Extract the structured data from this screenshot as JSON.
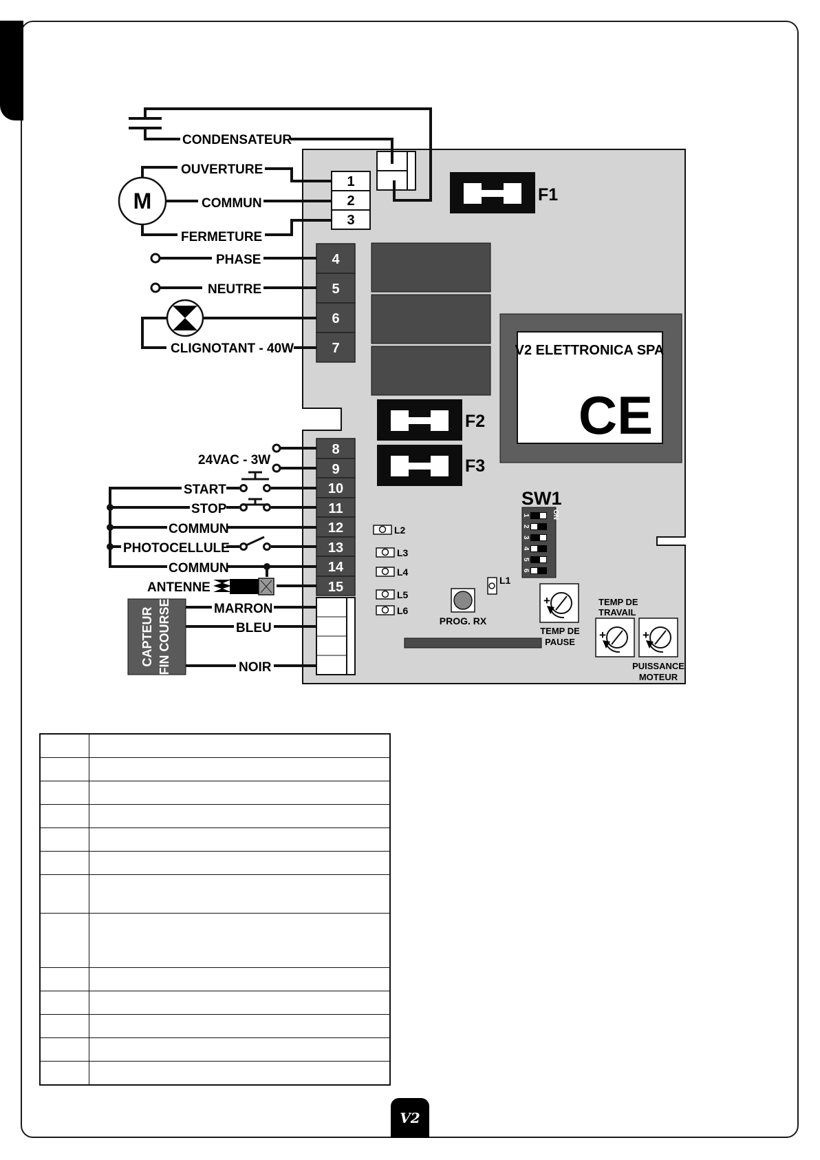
{
  "logo_text": "V2",
  "capacitor": {
    "label": "CONDENSATEUR"
  },
  "motor": {
    "symbol": "M",
    "opening": "OUVERTURE",
    "common": "COMMUN",
    "closing": "FERMETURE"
  },
  "power": {
    "phase": "PHASE",
    "neutral": "NEUTRE"
  },
  "flasher": {
    "label": "CLIGNOTANT - 40W"
  },
  "aux": {
    "label": "24VAC - 3W"
  },
  "inputs": {
    "start": "START",
    "stop": "STOP",
    "common_a": "COMMUN",
    "photocell": "PHOTOCELLULE",
    "common_b": "COMMUN",
    "antenna": "ANTENNE"
  },
  "limit_switch": {
    "line1": "CAPTEUR",
    "line2": "FIN COURSE",
    "brown": "MARRON",
    "blue": "BLEU",
    "black": "NOIR"
  },
  "terminals": [
    "1",
    "2",
    "3",
    "4",
    "5",
    "6",
    "7",
    "8",
    "9",
    "10",
    "11",
    "12",
    "13",
    "14",
    "15"
  ],
  "fuses": {
    "f1": "F1",
    "f2": "F2",
    "f3": "F3"
  },
  "transformer": {
    "brand": "V2 ELETTRONICA SPA",
    "mark": "CE"
  },
  "dip": {
    "title": "SW1",
    "on": "ON",
    "switches": [
      "1",
      "2",
      "3",
      "4",
      "5",
      "6"
    ]
  },
  "leds": {
    "l1": "L1",
    "l2": "L2",
    "l3": "L3",
    "l4": "L4",
    "l5": "L5",
    "l6": "L6"
  },
  "prog_button": "PROG. RX",
  "trimmers": {
    "work_time_1": "TEMP DE",
    "work_time_2": "TRAVAIL",
    "pause_time_1": "TEMP DE",
    "pause_time_2": "PAUSE",
    "motor_power_1": "PUISSANCE",
    "motor_power_2": "MOTEUR",
    "plus": "+"
  }
}
